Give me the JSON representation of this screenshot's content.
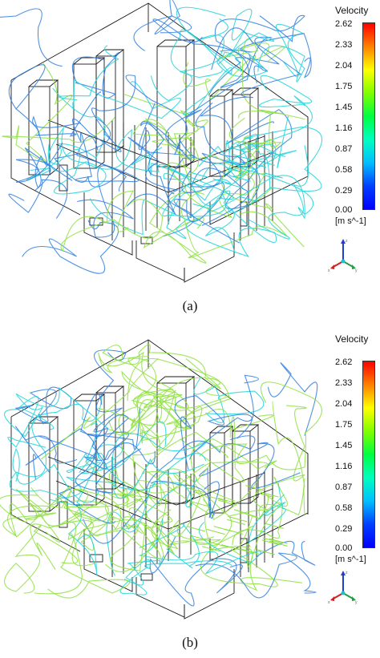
{
  "panels": [
    {
      "caption": "(a)",
      "legend": {
        "title": "Velocity",
        "ticks": [
          "2.62",
          "2.33",
          "2.04",
          "1.75",
          "1.45",
          "1.16",
          "0.87",
          "0.58",
          "0.29",
          "0.00"
        ],
        "unit": "[m s^-1]"
      }
    },
    {
      "caption": "(b)",
      "legend": {
        "title": "Velocity",
        "ticks": [
          "2.62",
          "2.33",
          "2.04",
          "1.75",
          "1.45",
          "1.16",
          "0.87",
          "0.58",
          "0.29",
          "0.00"
        ],
        "unit": "[m s^-1]"
      }
    }
  ],
  "colors": {
    "wireframe": "#1a1a1a",
    "streamline_low": "#2f7fe0",
    "streamline_mid": "#22d4d8",
    "streamline_high": "#8ee040"
  },
  "axes_icon": {
    "labels": [
      "z",
      "x",
      "y"
    ]
  }
}
